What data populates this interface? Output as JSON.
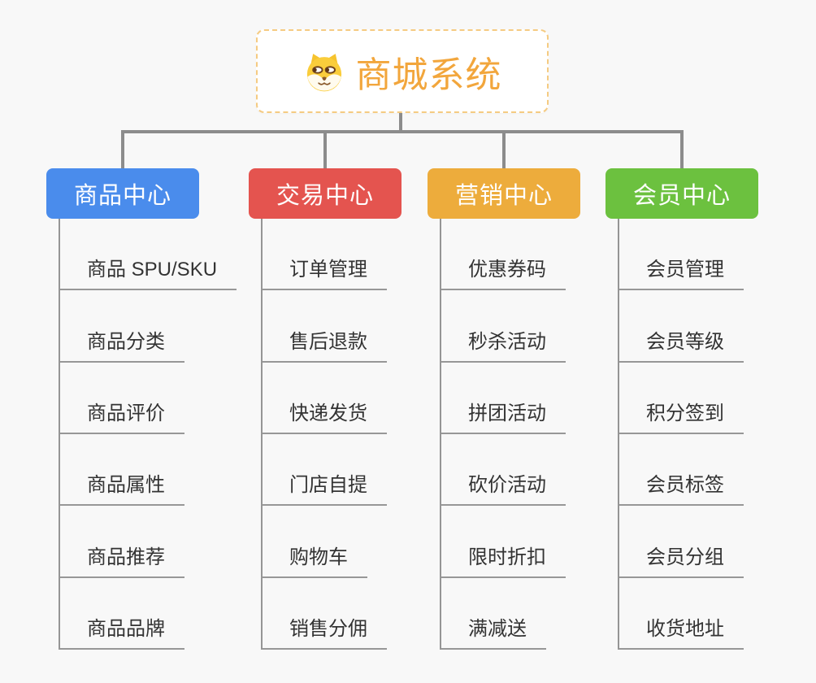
{
  "page": {
    "background": "#f8f8f8",
    "connector_color": "#8c8c8c"
  },
  "root": {
    "title": "商城系统",
    "icon": "shiba-dog-icon",
    "title_color": "#F2A63C",
    "border_color": "#F5CB82"
  },
  "branches": [
    {
      "label": "商品中心",
      "color": "#4A8CEC",
      "children": [
        "商品 SPU/SKU",
        "商品分类",
        "商品评价",
        "商品属性",
        "商品推荐",
        "商品品牌"
      ]
    },
    {
      "label": "交易中心",
      "color": "#E4544F",
      "children": [
        "订单管理",
        "售后退款",
        "快递发货",
        "门店自提",
        "购物车",
        "销售分佣"
      ]
    },
    {
      "label": "营销中心",
      "color": "#EDAC3C",
      "children": [
        "优惠券码",
        "秒杀活动",
        "拼团活动",
        "砍价活动",
        "限时折扣",
        "满减送"
      ]
    },
    {
      "label": "会员中心",
      "color": "#6CC13F",
      "children": [
        "会员管理",
        "会员等级",
        "积分签到",
        "会员标签",
        "会员分组",
        "收货地址"
      ]
    }
  ]
}
